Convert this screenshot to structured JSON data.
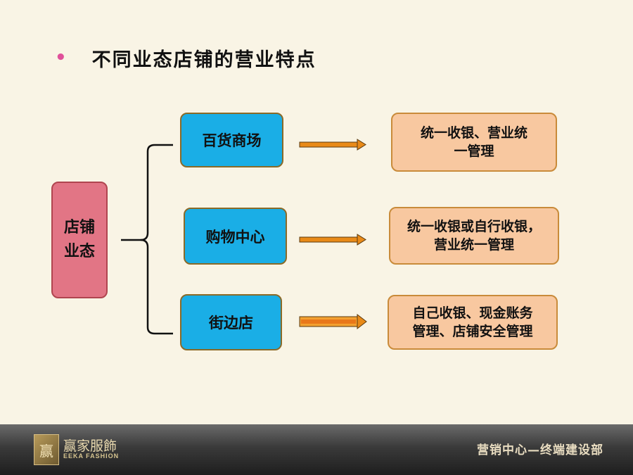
{
  "title": {
    "bullet": "•",
    "text": "不同业态店铺的营业特点"
  },
  "diagram": {
    "root": {
      "line1": "店铺",
      "line2": "业态"
    },
    "categories": [
      {
        "label": "百货商场",
        "desc_line1": "统一收银、营业统",
        "desc_line2": "一管理"
      },
      {
        "label": "购物中心",
        "desc_line1": "统一收银或自行收银，",
        "desc_line2": "营业统一管理"
      },
      {
        "label": "街边店",
        "desc_line1": "自己收银、现金账务",
        "desc_line2": "管理、店铺安全管理"
      }
    ]
  },
  "footer": {
    "logo_glyph": "赢",
    "logo_name": "赢家服飾",
    "logo_sub": "EEKA FASHION",
    "department": "营销中心—终端建设部"
  },
  "colors": {
    "background": "#f9f4e5",
    "root_fill": "#e27585",
    "category_fill": "#1aaee6",
    "desc_fill": "#f8c8a0",
    "arrow": "#e98a18",
    "bullet": "#e0509a"
  }
}
